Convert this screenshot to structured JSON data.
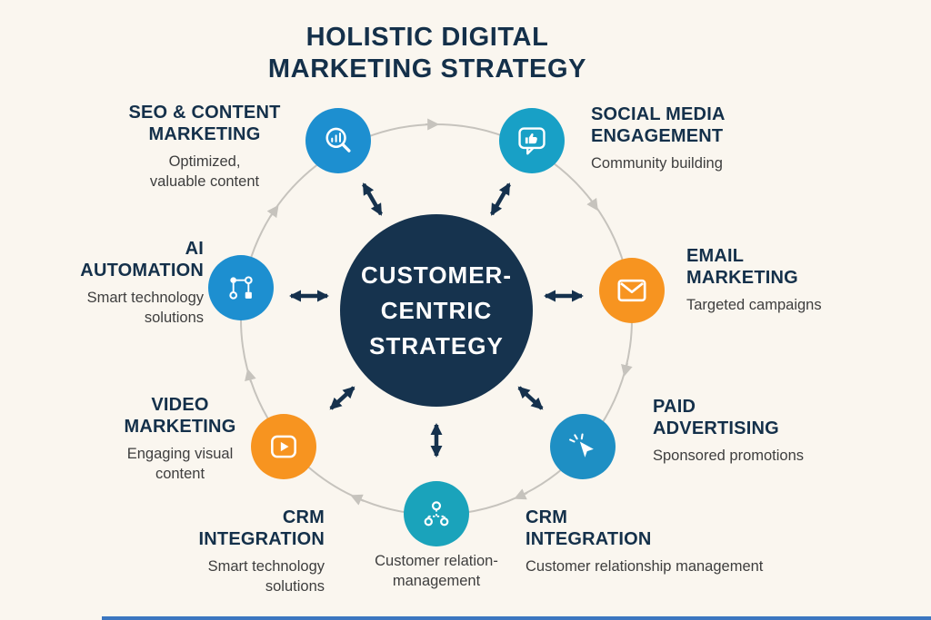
{
  "title": "HOLISTIC DIGITAL\nMARKETING STRATEGY",
  "center": {
    "text": "CUSTOMER-\nCENTRIC\nSTRATEGY",
    "color": "#16334e"
  },
  "nodes": {
    "seo": {
      "heading": "SEO & CONTENT\nMARKETING",
      "caption": "Optimized,\nvaluable content",
      "icon": "magnifier-analytics-icon",
      "color": "#1d8fd0"
    },
    "social": {
      "heading": "SOCIAL MEDIA\nENGAGEMENT",
      "caption": "Community building",
      "icon": "thumbsup-speech-bubble-icon",
      "color": "#18a0c6"
    },
    "email": {
      "heading": "EMAIL\nMARKETING",
      "caption": "Targeted campaigns",
      "icon": "envelope-icon",
      "color": "#f79420"
    },
    "paid": {
      "heading": "PAID\nADVERTISING",
      "caption": "Sponsored promotions",
      "icon": "cursor-click-icon",
      "color": "#1e8fc4"
    },
    "crm_right": {
      "heading": "CRM\nINTEGRATION",
      "caption": "Customer relationship management"
    },
    "crm_center": {
      "caption": "Customer relation-\nmanagement",
      "icon": "org-chart-icon",
      "color": "#1aa3bb"
    },
    "crm_left": {
      "heading": "CRM\nINTEGRATION",
      "caption": "Smart technology\nsolutions"
    },
    "video": {
      "heading": "VIDEO\nMARKETING",
      "caption": "Engaging visual\ncontent",
      "icon": "play-video-icon",
      "color": "#f79420"
    },
    "ai": {
      "heading": "AI\nAUTOMATION",
      "caption": "Smart technology\nsolutions",
      "icon": "flowchart-icon",
      "color": "#1d8fd0"
    }
  },
  "colors": {
    "background": "#faf6ef",
    "navy": "#16334e",
    "arrow_navy": "#15314d",
    "ring_gray": "#c6c3bd",
    "heading_text": "#14304a",
    "caption_text": "#3e3e3e",
    "blue": "#1d8fd0",
    "teal": "#18a0c6",
    "teal_dark": "#1aa3bb",
    "orange": "#f79420",
    "accent_bar": "#3b76c0"
  }
}
